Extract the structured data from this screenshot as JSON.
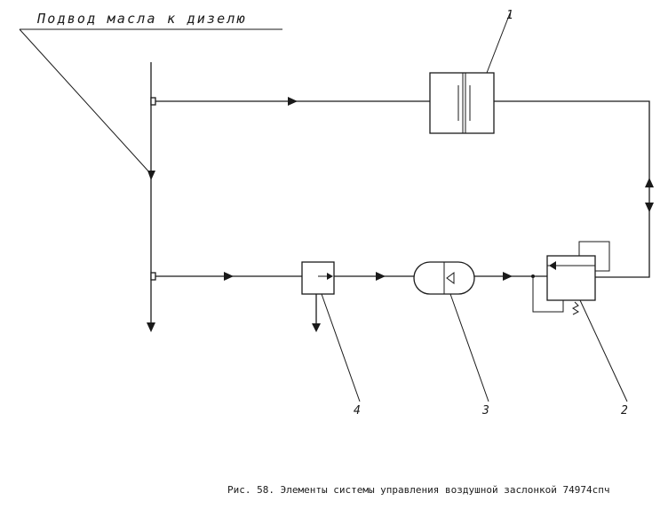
{
  "diagram": {
    "header_label": "Подвод масла к дизелю",
    "callouts": {
      "c1": "1",
      "c2": "2",
      "c3": "3",
      "c4": "4"
    },
    "caption": "Рис. 58. Элементы системы управления воздушной заслонкой 74974спч"
  }
}
